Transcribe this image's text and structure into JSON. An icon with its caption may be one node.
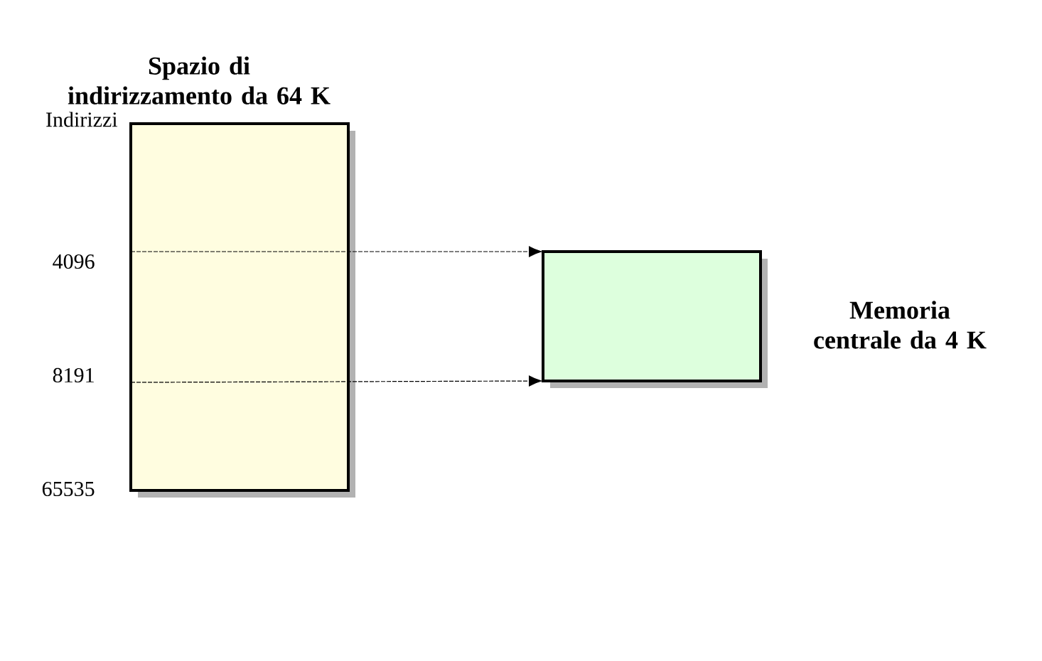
{
  "diagram": {
    "nodes": [
      {
        "text": [
          "Spazio di indirizzamento da 64 K"
        ]
      },
      {
        "text": [],
        "shape": "box",
        "beside": [
          "Memoria centrale da 4 K"
        ]
      }
    ],
    "edges": [
      {
        "from": 0,
        "to": 1,
        "arrow": "to",
        "style": "dashed"
      },
      {
        "from": 0,
        "to": 1,
        "arrow": "to",
        "style": "dashed"
      }
    ],
    "labels": [
      "Indirizzi",
      "4096",
      "8191",
      "65535"
    ]
  }
}
